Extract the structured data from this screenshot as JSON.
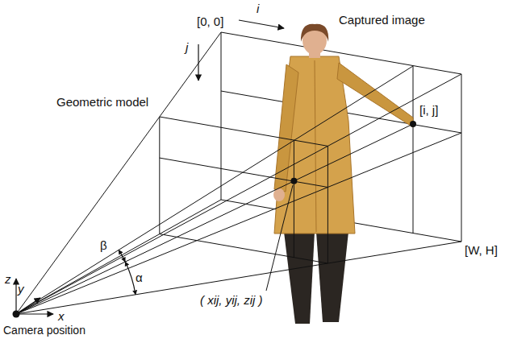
{
  "diagram": {
    "labels": [
      "[0, 0]",
      "i",
      "j",
      "Captured image",
      "Geometric model",
      "[i, j]",
      "β",
      "α",
      "z",
      "y",
      "x",
      "( xij, yij, zij )",
      "[W, H]",
      "Camera position"
    ]
  }
}
